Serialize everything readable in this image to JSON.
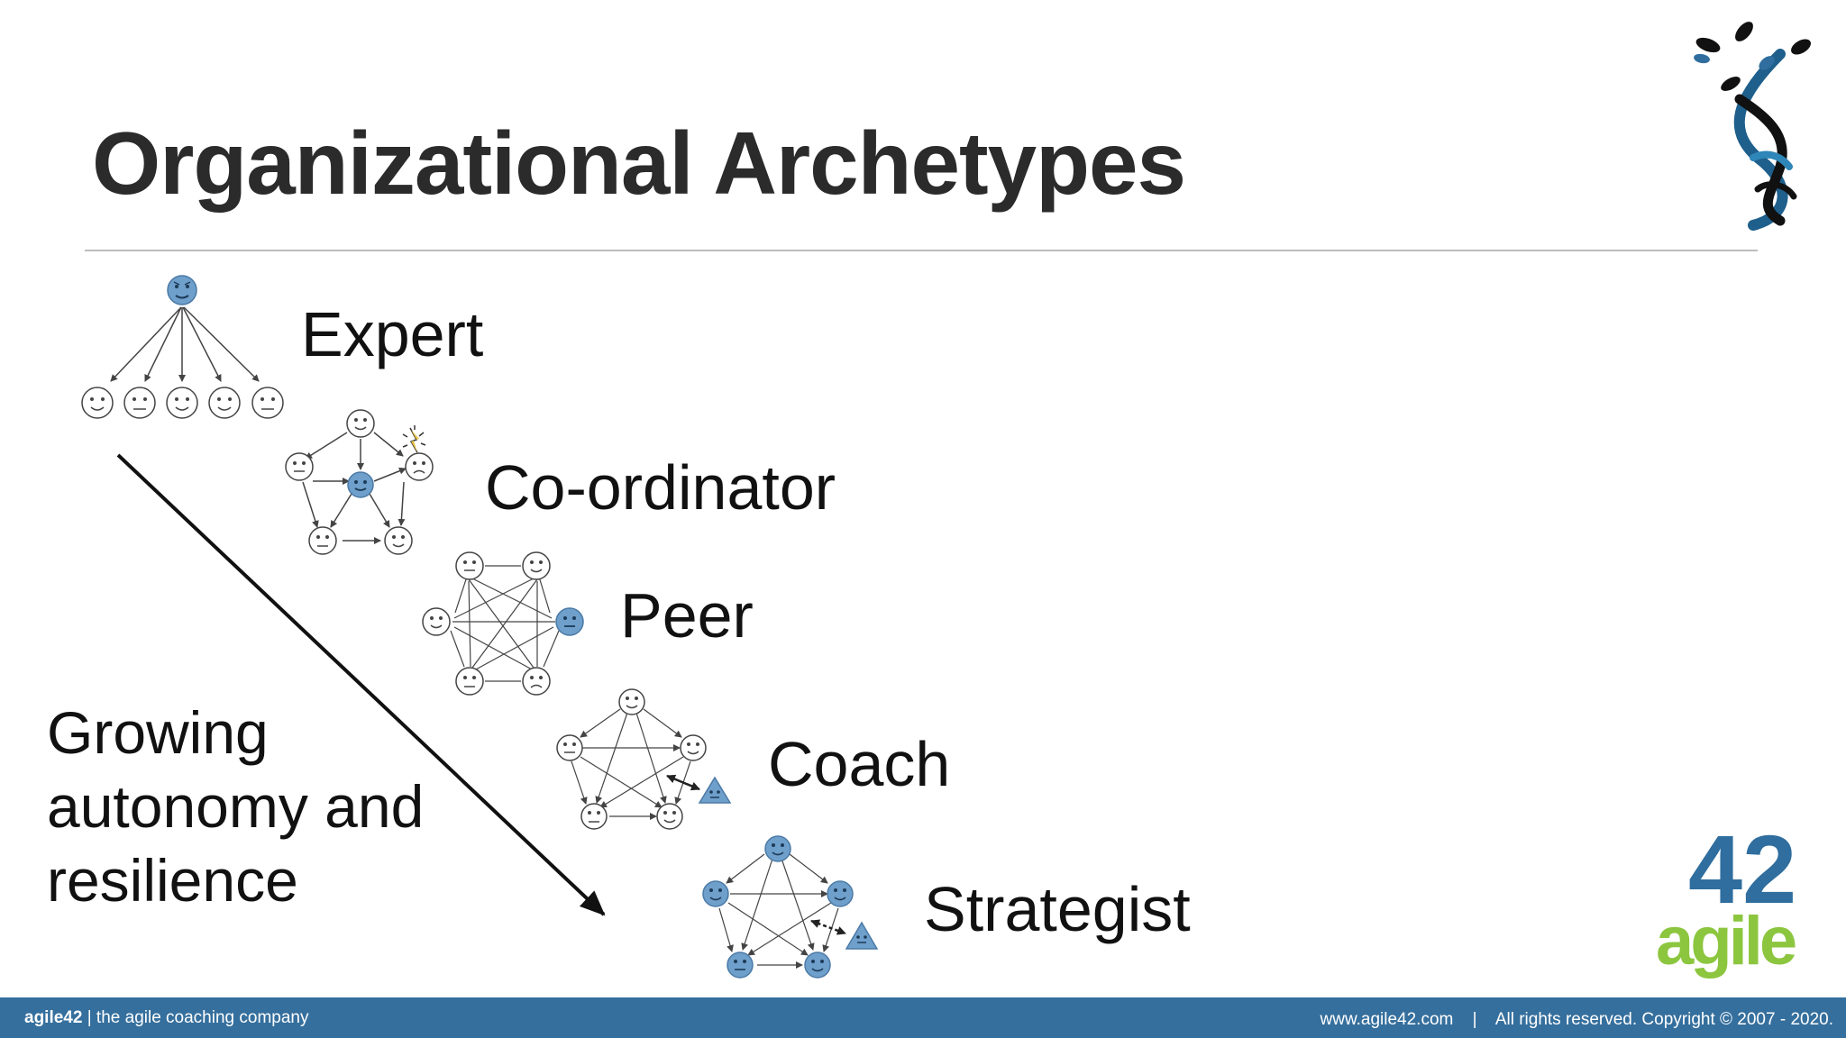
{
  "slide": {
    "title": "Organizational Archetypes",
    "growing_lines": [
      "Growing",
      "autonomy and",
      "resilience"
    ]
  },
  "archetypes": [
    {
      "id": "expert",
      "label": "Expert"
    },
    {
      "id": "coordinator",
      "label": "Co-ordinator"
    },
    {
      "id": "peer",
      "label": "Peer"
    },
    {
      "id": "coach",
      "label": "Coach"
    },
    {
      "id": "strategist",
      "label": "Strategist"
    }
  ],
  "footer": {
    "brand": "agile42",
    "tagline": "| the agile coaching company",
    "url": "www.agile42.com",
    "separator": "|",
    "copyright": "All rights reserved. Copyright © 2007 - 2020."
  },
  "logos": {
    "agile42_number": "42",
    "agile42_word": "agile"
  },
  "colors": {
    "accent_blue": "#6f9fcb",
    "footer_blue": "#356f9d",
    "logo_blue": "#2f6e9e",
    "logo_green": "#8cc63f"
  }
}
